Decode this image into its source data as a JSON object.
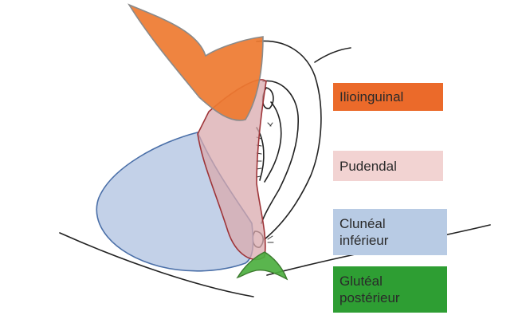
{
  "legend": [
    {
      "id": "ilioinguinal",
      "label_lines": [
        "Ilioinguinal"
      ],
      "color": "#EB6A2A"
    },
    {
      "id": "pudendal",
      "label_lines": [
        "Pudendal"
      ],
      "color": "#F2D3D2"
    },
    {
      "id": "cluneal",
      "label_lines": [
        "Clunéal",
        "inférieur"
      ],
      "color": "#B8CBE4"
    },
    {
      "id": "gluteal",
      "label_lines": [
        "Glutéal",
        "postérieur"
      ],
      "color": "#2E9E33"
    }
  ],
  "regions": {
    "ilioinguinal": {
      "fill": "#EE7A30",
      "stroke": "#8A8A8A"
    },
    "pudendal": {
      "fill": "#D9A9AE",
      "stroke": "#9E3438"
    },
    "cluneal": {
      "fill": "#BCCCE6",
      "stroke": "#4A6FA8"
    },
    "gluteal": {
      "fill": "#4CAF3F",
      "stroke": "#3C7A2E"
    }
  },
  "outline_color": "#222222"
}
